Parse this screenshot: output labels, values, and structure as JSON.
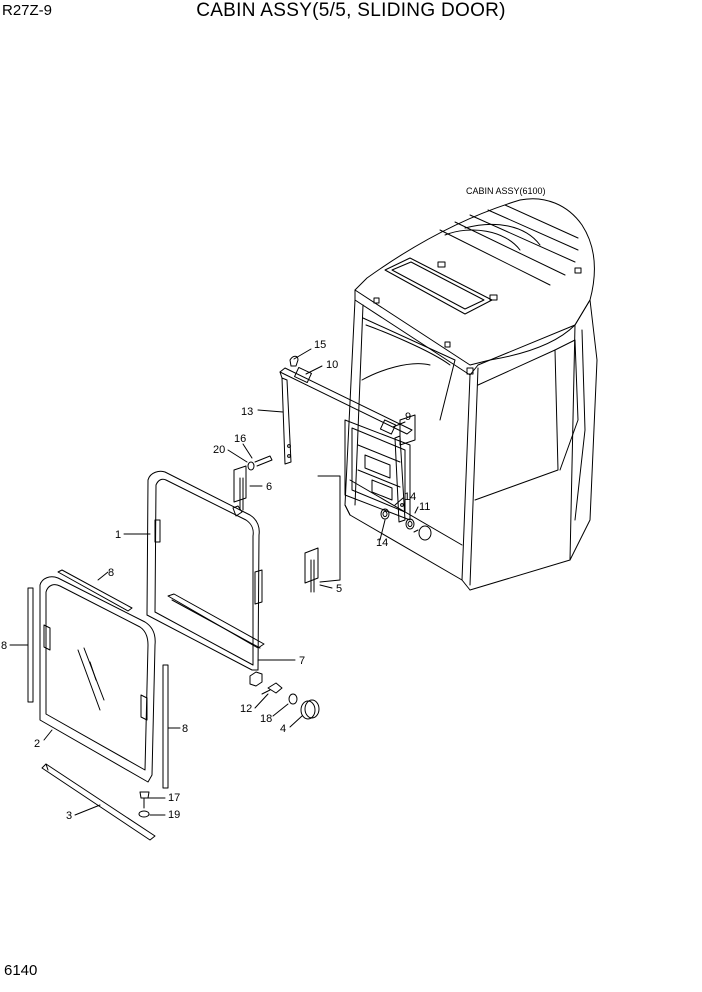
{
  "header": {
    "model": "R27Z-9",
    "title": "CABIN ASSY(5/5, SLIDING DOOR)"
  },
  "footer": {
    "page_number": "6140"
  },
  "diagram": {
    "reference_label": "CABIN ASSY(6100)",
    "callouts": {
      "c1": "1",
      "c2": "2",
      "c3": "3",
      "c4": "4",
      "c5": "5",
      "c6": "6",
      "c7": "7",
      "c8a": "8",
      "c8b": "8",
      "c8c": "8",
      "c9": "9",
      "c10": "10",
      "c11": "11",
      "c12": "12",
      "c13": "13",
      "c14a": "14",
      "c14b": "14",
      "c15": "15",
      "c16": "16",
      "c17": "17",
      "c18": "18",
      "c19": "19",
      "c20": "20"
    }
  }
}
